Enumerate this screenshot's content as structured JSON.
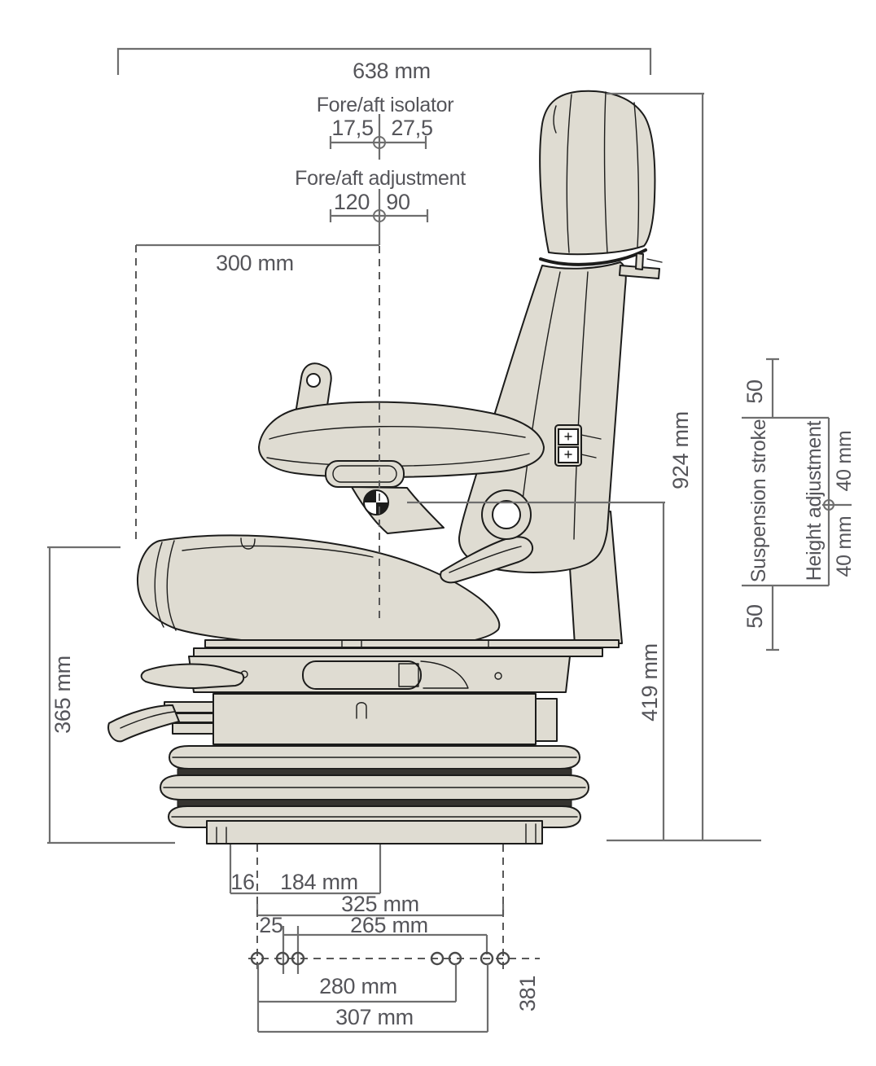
{
  "diagram": {
    "subject": "suspension seat side view dimensional drawing",
    "colors": {
      "background": "#ffffff",
      "seat_fill": "#dfdcd2",
      "seat_outline": "#1c1c1b",
      "bellows_gap": "#35332f",
      "dimension_line": "#6e6e6e",
      "dimension_text": "#55555a"
    }
  },
  "dimensions": {
    "overall_width": "638 mm",
    "fore_aft_isolator": {
      "label": "Fore/aft isolator",
      "rear": "17,5",
      "front": "27,5"
    },
    "fore_aft_adjustment": {
      "label": "Fore/aft adjustment",
      "rear": "120",
      "front": "90"
    },
    "upper_width": "300 mm",
    "overall_height": "924 mm",
    "suspension_stroke": {
      "label": "Suspension stroke",
      "upper": "50",
      "lower": "50"
    },
    "height_adjustment": {
      "label": "Height adjustment",
      "upper": "40 mm",
      "lower": "40 mm"
    },
    "sip_height": "419 mm",
    "cushion_height": "365 mm",
    "rail_front_offset": "16",
    "rail_length": "184 mm",
    "mount_width_325": "325 mm",
    "mount_offset_25": "25",
    "mount_width_265": "265 mm",
    "mount_width_280": "280 mm",
    "mount_width_307": "307 mm",
    "mount_depth_381": "381"
  }
}
